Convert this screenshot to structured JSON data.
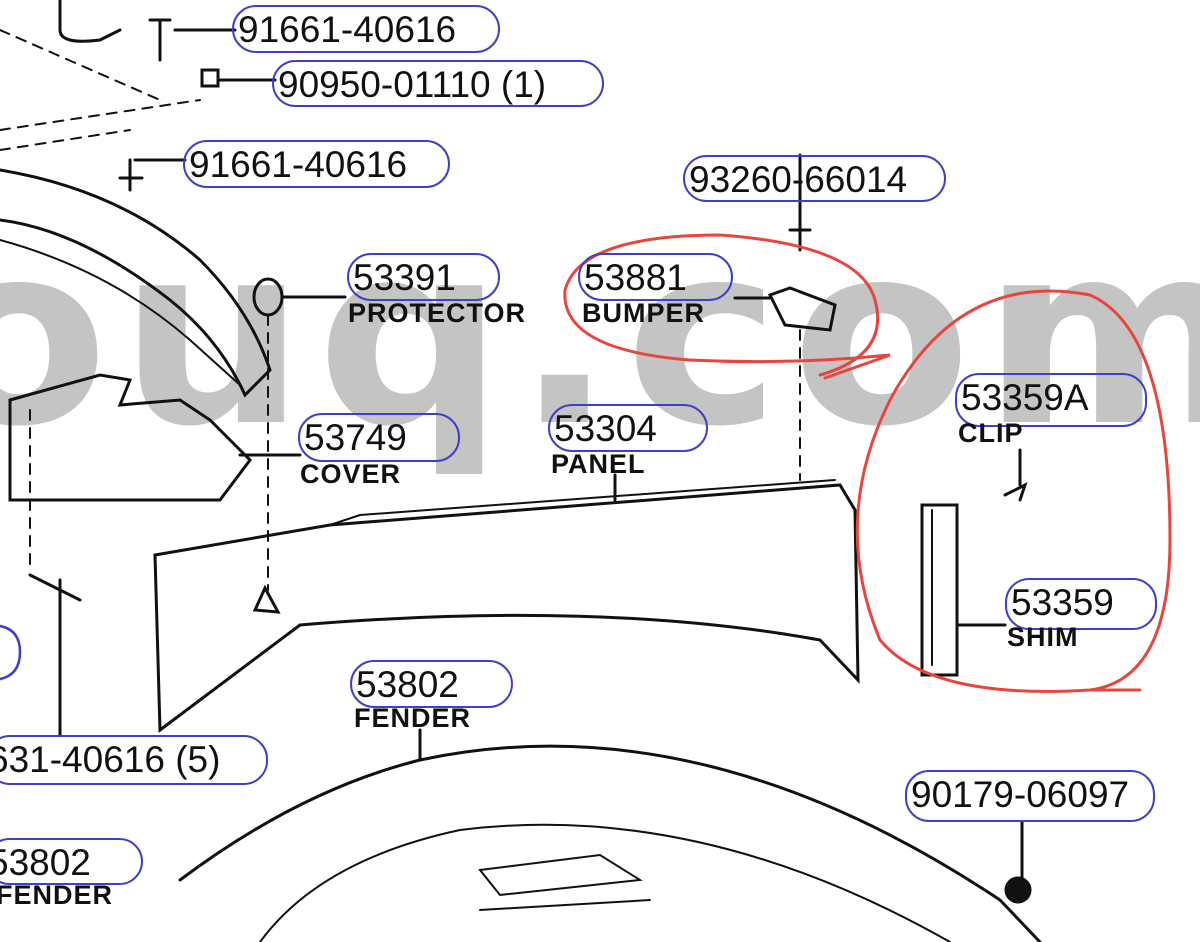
{
  "watermark": "ouq.com",
  "colors": {
    "label_outline": "#3f3fc8",
    "annotation_circle": "#e8453c",
    "watermark": "#c4c4c4",
    "line": "#111111"
  },
  "parts": [
    {
      "number": "91661-40616"
    },
    {
      "number": "90950-01110 (1)"
    },
    {
      "number": "91661-40616"
    },
    {
      "number": "93260-66014"
    },
    {
      "number": "53391",
      "name": "PROTECTOR"
    },
    {
      "number": "53881",
      "name": "BUMPER"
    },
    {
      "number": "53749",
      "name": "COVER"
    },
    {
      "number": "53304",
      "name": "PANEL"
    },
    {
      "number": "53359A",
      "name": "CLIP"
    },
    {
      "number": "53359",
      "name": "SHIM"
    },
    {
      "number": "53802",
      "name": "FENDER"
    },
    {
      "number": "631-40616 (5)"
    },
    {
      "number": "53802",
      "name": "FENDER"
    },
    {
      "number": "90179-06097"
    }
  ]
}
